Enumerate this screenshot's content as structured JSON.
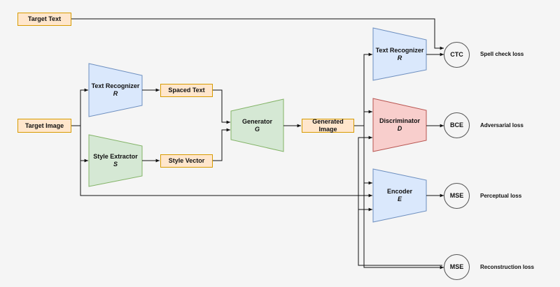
{
  "inputs": {
    "target_text": "Target Text",
    "target_image": "Target Image"
  },
  "recognizer_left": {
    "name": "Text Recognizer",
    "symbol": "R"
  },
  "style_extractor": {
    "name": "Style Extractor",
    "symbol": "S"
  },
  "spaced_text": "Spaced Text",
  "style_vector": "Style Vector",
  "generator": {
    "name": "Generator",
    "symbol": "G"
  },
  "generated_image": "Generated Image",
  "recognizer_right": {
    "name": "Text Recognizer",
    "symbol": "R"
  },
  "discriminator": {
    "name": "Discriminator",
    "symbol": "D"
  },
  "encoder": {
    "name": "Encoder",
    "symbol": "E"
  },
  "loss_nodes": {
    "ctc": "CTC",
    "bce": "BCE",
    "mse_perceptual": "MSE",
    "mse_reconstruction": "MSE"
  },
  "losses": {
    "spell_check": "Spell check loss",
    "adversarial": "Adversarial loss",
    "perceptual": "Perceptual loss",
    "reconstruction": "Reconstruction loss"
  },
  "colors": {
    "orange_fill": "#ffe6cc",
    "orange_stroke": "#d79b00",
    "blue_fill": "#dae8fc",
    "blue_stroke": "#6c8ebf",
    "green_fill": "#d5e8d4",
    "green_stroke": "#82b366",
    "red_fill": "#f8cecc",
    "red_stroke": "#b85450"
  }
}
